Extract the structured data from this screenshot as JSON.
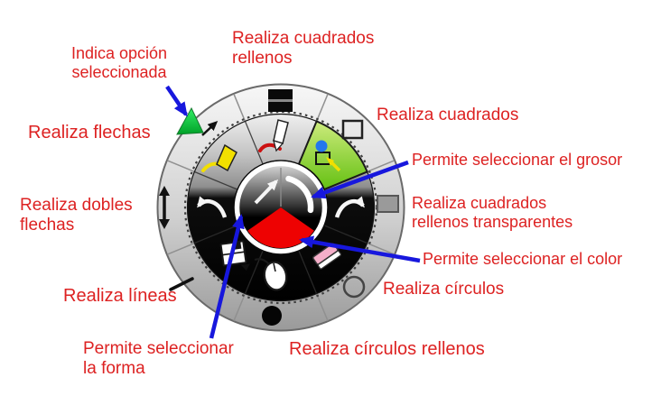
{
  "annotations": {
    "selected_indicator": "Indica opción seleccionada",
    "filled_squares": "Realiza cuadrados rellenos",
    "squares": "Realiza cuadrados",
    "arrows": "Realiza flechas",
    "thickness": "Permite seleccionar el grosor",
    "double_arrows": "Realiza dobles flechas",
    "transparent_filled_squares": "Realiza cuadrados rellenos transparentes",
    "color": "Permite seleccionar el color",
    "lines": "Realiza líneas",
    "circles": "Realiza círculos",
    "shape": "Permite seleccionar la forma",
    "filled_circles": "Realiza círculos rellenos"
  },
  "colors": {
    "label_red": "#dd2222",
    "annotation_blue": "#1717dd",
    "selected_segment_green": "#7ac81e",
    "indicator_green": "#00cc44",
    "color_swatch_red": "#ee0202",
    "dot_blue": "#2277ee",
    "pen_yellow": "#f2df00",
    "eraser_pink": "#f5aec9"
  },
  "wheel": {
    "outer_icons": [
      "filled-square-icon",
      "square-icon",
      "transparent-filled-square-icon",
      "circle-icon",
      "filled-circle-icon",
      "line-icon",
      "double-arrow-icon",
      "arrow-icon"
    ],
    "tool_icons": [
      "yellow-pen-icon",
      "red-pen-icon",
      "squares-tool-selected-icon",
      "redo-arrow-icon",
      "eraser-icon",
      "mouse-icon",
      "floppy-disk-icon",
      "undo-arrow-icon"
    ],
    "hub_icons": [
      "shape-selector-arrow-icon",
      "thickness-selector-icon",
      "color-selector-icon"
    ]
  }
}
